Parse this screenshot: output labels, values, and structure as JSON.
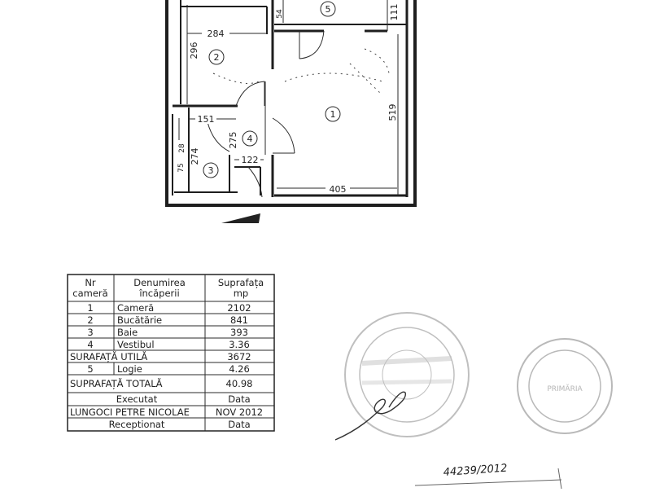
{
  "plan": {
    "dimensions": {
      "d284": "284",
      "d296": "296",
      "d54": "54",
      "d111": "111",
      "d519": "519",
      "d151": "151",
      "d275": "275",
      "d122": "122",
      "d28": "28",
      "d274": "274",
      "d75": "75",
      "d405": "405"
    },
    "room_numbers": {
      "r1": "1",
      "r2": "2",
      "r3": "3",
      "r4": "4",
      "r5": "5"
    }
  },
  "table": {
    "headers": {
      "nr_line1": "Nr",
      "nr_line2": "cameră",
      "den_line1": "Denumirea",
      "den_line2": "încăperii",
      "sup_line1": "Suprafața",
      "sup_line2": "mp"
    },
    "rows": [
      {
        "nr": "1",
        "name": "Cameră",
        "area": "2102"
      },
      {
        "nr": "2",
        "name": "Bucătărie",
        "area": "841"
      },
      {
        "nr": "3",
        "name": "Baie",
        "area": "393"
      },
      {
        "nr": "4",
        "name": "Vestibul",
        "area": "3.36"
      }
    ],
    "useful_label": "SURAFAȚĂ UTILĂ",
    "useful_value": "3672",
    "loggia": {
      "nr": "5",
      "name": "Logie",
      "area": "4.26"
    },
    "total_label": "SUPRAFAȚĂ TOTALĂ",
    "total_value": "40.98",
    "executed_label": "Executat",
    "executed_value": "Data",
    "executor_name": "LUNGOCI PETRE NICOLAE",
    "executor_date": "NOV 2012",
    "received_label": "Receptionat",
    "received_value": "Data"
  },
  "registration_number": "44239/2012",
  "stamp_right_text": "PRIMĂRIA"
}
